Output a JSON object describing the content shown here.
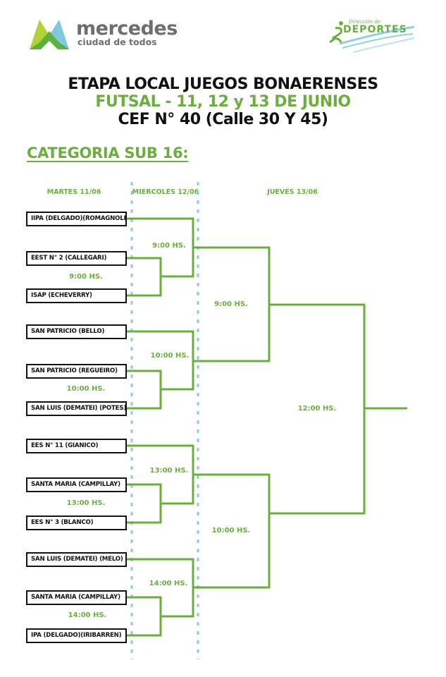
{
  "header": {
    "logo_left": {
      "word": "mercedes",
      "tagline": "ciudad de todos",
      "icon": "mercedes-m-logo-icon"
    },
    "logo_right": {
      "top_text": "Dirección de",
      "word": "DEPORTES",
      "icon": "deportes-runner-logo-icon"
    }
  },
  "titles": {
    "line1": "ETAPA LOCAL JUEGOS BONAERENSES",
    "line2": "FUTSAL - 11, 12 y 13 DE JUNIO",
    "line3": "CEF N° 40 (Calle 30 Y 45)"
  },
  "category": "CATEGORIA SUB 16:",
  "days": [
    {
      "label": "MARTES 11/06"
    },
    {
      "label": "MIERCOLES 12/06"
    },
    {
      "label": "JUEVES 13/06"
    }
  ],
  "teams": [
    "IIPA (DELGADO)(ROMAGNOLI)",
    "EEST N° 2 (CALLEGARI)",
    "ISAP (ECHEVERRY)",
    "SAN PATRICIO (BELLO)",
    "SAN PATRICIO (REGUEIRO)",
    "SAN LUIS (DEMATEI) (POTES)",
    "EES N° 11 (GIANICO)",
    "SANTA MARIA (CAMPILLAY)",
    "EES N° 3 (BLANCO)",
    "SAN LUIS (DEMATEI) (MELO)",
    "SANTA MARIA (CAMPILLAY)",
    "IPA (DELGADO)(IRIBARREN)"
  ],
  "matches": {
    "round1": [
      "9:00 HS.",
      "10:00 HS.",
      "13:00 HS.",
      "14:00 HS."
    ],
    "round2": [
      "9:00 HS.",
      "10:00 HS.",
      "13:00 HS.",
      "14:00 HS."
    ],
    "semis": [
      "9:00 HS.",
      "10:00 HS."
    ],
    "final": "12:00 HS."
  },
  "colors": {
    "bracket_line": "#6aaf3d",
    "divider": "#8ec9dd",
    "text_green": "#6aaf3d",
    "logo_gray": "#6d6e70"
  }
}
